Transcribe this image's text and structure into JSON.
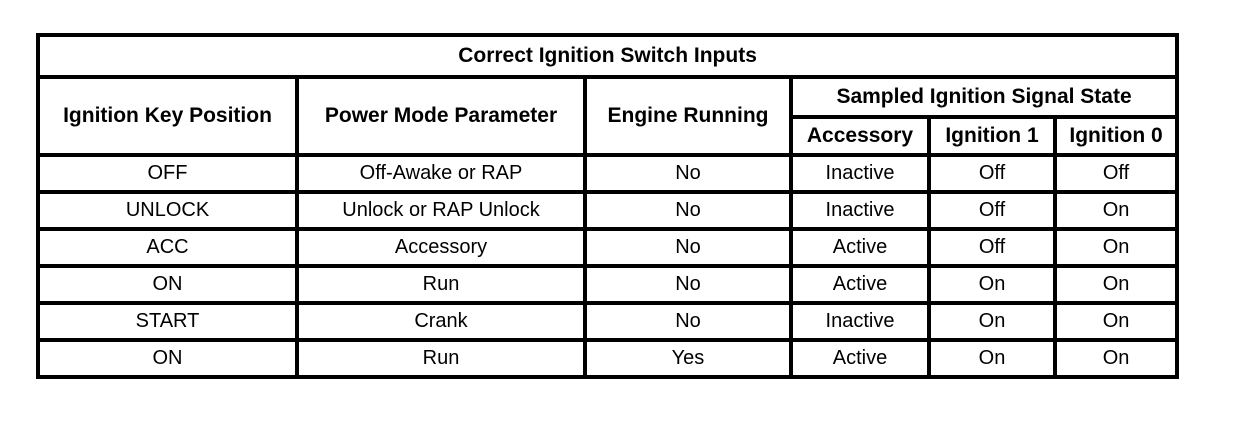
{
  "table": {
    "title": "Correct Ignition Switch Inputs",
    "headers": {
      "key_position": "Ignition Key Position",
      "power_mode": "Power Mode Parameter",
      "engine_running": "Engine Running",
      "sampled_group": "Sampled Ignition Signal State",
      "accessory": "Accessory",
      "ignition1": "Ignition 1",
      "ignition0": "Ignition 0"
    },
    "rows": [
      [
        "OFF",
        "Off-Awake or RAP",
        "No",
        "Inactive",
        "Off",
        "Off"
      ],
      [
        "UNLOCK",
        "Unlock or RAP Unlock",
        "No",
        "Inactive",
        "Off",
        "On"
      ],
      [
        "ACC",
        "Accessory",
        "No",
        "Active",
        "Off",
        "On"
      ],
      [
        "ON",
        "Run",
        "No",
        "Active",
        "On",
        "On"
      ],
      [
        "START",
        "Crank",
        "No",
        "Inactive",
        "On",
        "On"
      ],
      [
        "ON",
        "Run",
        "Yes",
        "Active",
        "On",
        "On"
      ]
    ],
    "colors": {
      "border": "#000000",
      "text": "#000000",
      "background": "#ffffff"
    }
  }
}
